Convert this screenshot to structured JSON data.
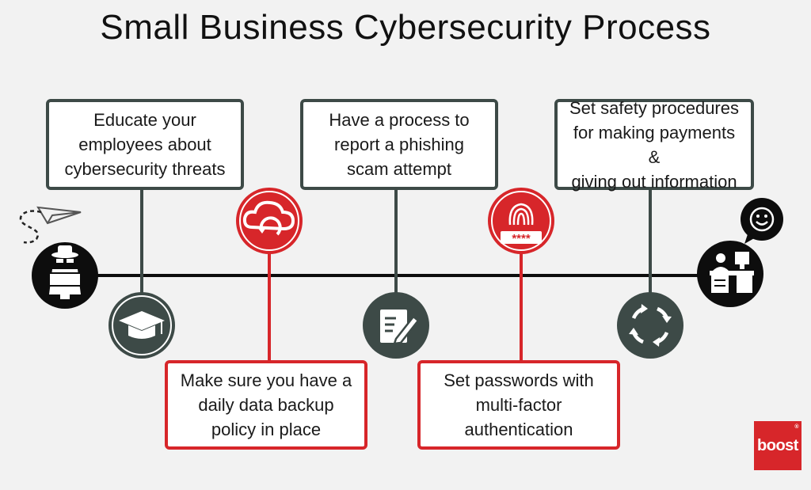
{
  "title": "Small Business Cybersecurity Process",
  "steps_top": [
    {
      "text": "Educate your\nemployees about\ncybersecurity threats",
      "icon": "graduation-cap-icon"
    },
    {
      "text": "Have a process to\nreport a phishing\nscam attempt",
      "icon": "document-pen-icon"
    },
    {
      "text": "Set safety procedures\nfor making payments &\ngiving out information",
      "icon": "refresh-cycle-icon"
    }
  ],
  "steps_bottom": [
    {
      "text": "Make sure you have a\ndaily data backup\npolicy in place",
      "icon": "cloud-backup-icon"
    },
    {
      "text": "Set passwords with\nmulti-factor\nauthentication",
      "icon": "fingerprint-password-icon"
    }
  ],
  "endpoints": {
    "start_icon": "hacker-icon",
    "start_side_icon": "paper-plane-icon",
    "end_icon": "office-desk-icon",
    "end_side_icon": "smiley-speech-bubble-icon"
  },
  "password_mask": "****",
  "logo": {
    "text": "boost",
    "mark": "®"
  },
  "colors": {
    "dark": "#3d4a47",
    "red": "#d7262a",
    "black": "#0d0d0d",
    "background": "#f2f2f2"
  }
}
